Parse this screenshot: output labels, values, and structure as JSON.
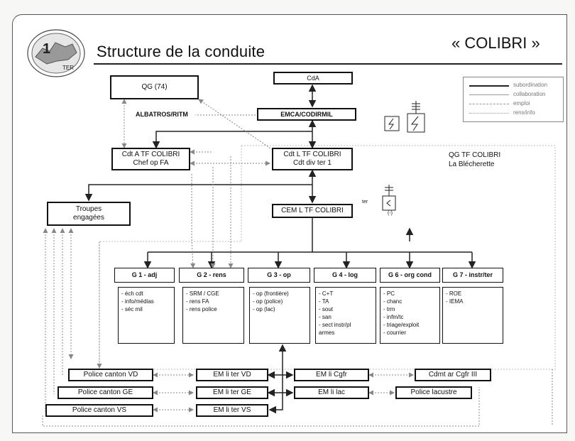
{
  "header": {
    "logo_text": "TER",
    "title": "Structure de la conduite",
    "brand": "« COLIBRI »"
  },
  "legend": {
    "items": [
      "subordination",
      "collaboration",
      "emploi",
      "rens/info"
    ]
  },
  "boxes": {
    "qg74": "QG (74)",
    "cda": "CdA",
    "emca": "EMCA/CODIRMIL",
    "cdt_a": [
      "Cdt A TF COLIBRI",
      "Chef op FA"
    ],
    "cdt_l": [
      "Cdt L TF COLIBRI",
      "Cdt div ter 1"
    ],
    "cem": "CEM L TF COLIBRI",
    "troupes": [
      "Troupes",
      "engagées"
    ]
  },
  "labels": {
    "albatros": "ALBATROS/RITM",
    "qg_colibri": [
      "QG TF COLIBRI",
      "La Blécherette"
    ],
    "ter_symbol": "ter",
    "symbol_minus": "(-)"
  },
  "groups": [
    {
      "title": "G 1 - adj",
      "items": [
        "- éch cdt",
        "- info/médias",
        "- séc mil"
      ]
    },
    {
      "title": "G 2 - rens",
      "items": [
        "- SRM / CGE",
        "- rens FA",
        "- rens police"
      ]
    },
    {
      "title": "G 3 - op",
      "items": [
        "- op (frontière)",
        "- op (police)",
        "- op (lac)"
      ]
    },
    {
      "title": "G 4 - log",
      "items": [
        "- C+T",
        "- TA",
        "- sout",
        "- san",
        "- sect instr/pl",
        "  armes"
      ]
    },
    {
      "title": "G 6 - org cond",
      "items": [
        "- PC",
        "- chanc",
        "- trm",
        "- infm/tc",
        "- triage/exploit",
        "- courrier"
      ]
    },
    {
      "title": "G 7 - instr/ter",
      "items": [
        "- ROE",
        "- IEMA"
      ]
    }
  ],
  "bottom": {
    "police_vd": "Police canton VD",
    "police_ge": "Police canton GE",
    "police_vs": "Police canton VS",
    "em_vd": "EM li ter VD",
    "em_ge": "EM li ter GE",
    "em_vs": "EM li ter VS",
    "em_cgfr": "EM li Cgfr",
    "em_lac": "EM li lac",
    "cdmt": "Cdmt ar Cgfr III",
    "police_lac": "Police lacustre"
  }
}
